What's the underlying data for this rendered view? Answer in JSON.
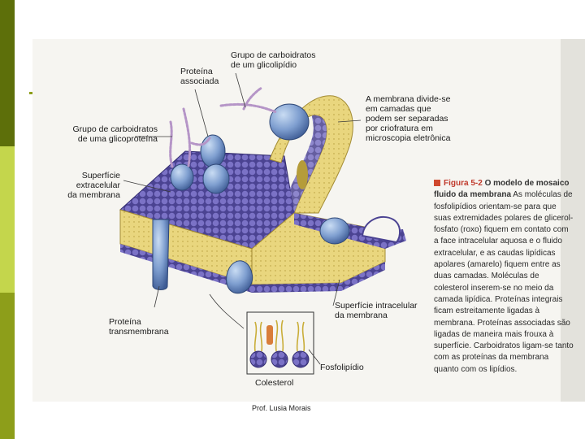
{
  "labels": {
    "proteina_associada": "Proteína\nassociada",
    "grupo_glicolipidio": "Grupo de carboidratos\nde um glicolipídio",
    "membrana_divide": "A membrana divide-se\nem camadas que\npodem ser separadas\npor criofratura em\nmicroscopia eletrônica",
    "grupo_glicoproteina": "Grupo de carboidratos\nde uma glicoproteína",
    "superficie_extracelular": "Superfície\nextracelular\nda membrana",
    "superficie_intracelular": "Superfície intracelular\nda membrana",
    "proteina_transmembrana": "Proteína\ntransmembrana",
    "fosfolipidio": "Fosfolipídio",
    "colesterol": "Colesterol"
  },
  "caption": {
    "figure_number": "Figura 5-2",
    "title": "O modelo de mosaico fluido da membrana",
    "body": "As moléculas de fosfolipídios orientam-se para que suas extremidades polares de glicerol-fosfato (roxo) fiquem em contato com a face intracelular aquosa e o fluido extracelular, e as caudas lipídicas apolares (amarelo) fiquem entre as duas camadas. Moléculas de colesterol inserem-se no meio da camada lipídica. Proteínas integrais ficam estreitamente ligadas à membrana. Proteínas associadas são ligadas de maneira mais frouxa à superfície. Carboidratos ligam-se tanto com as proteínas da membrana quanto com os lipídios."
  },
  "footer": "Prof. Lusia Morais",
  "colors": {
    "head_purple": "#6b62b8",
    "tail_yellow": "#e7d27a",
    "protein_blue": "#7f9fd0",
    "carb_pink": "#b595c7",
    "accent_red": "#c0392b"
  }
}
